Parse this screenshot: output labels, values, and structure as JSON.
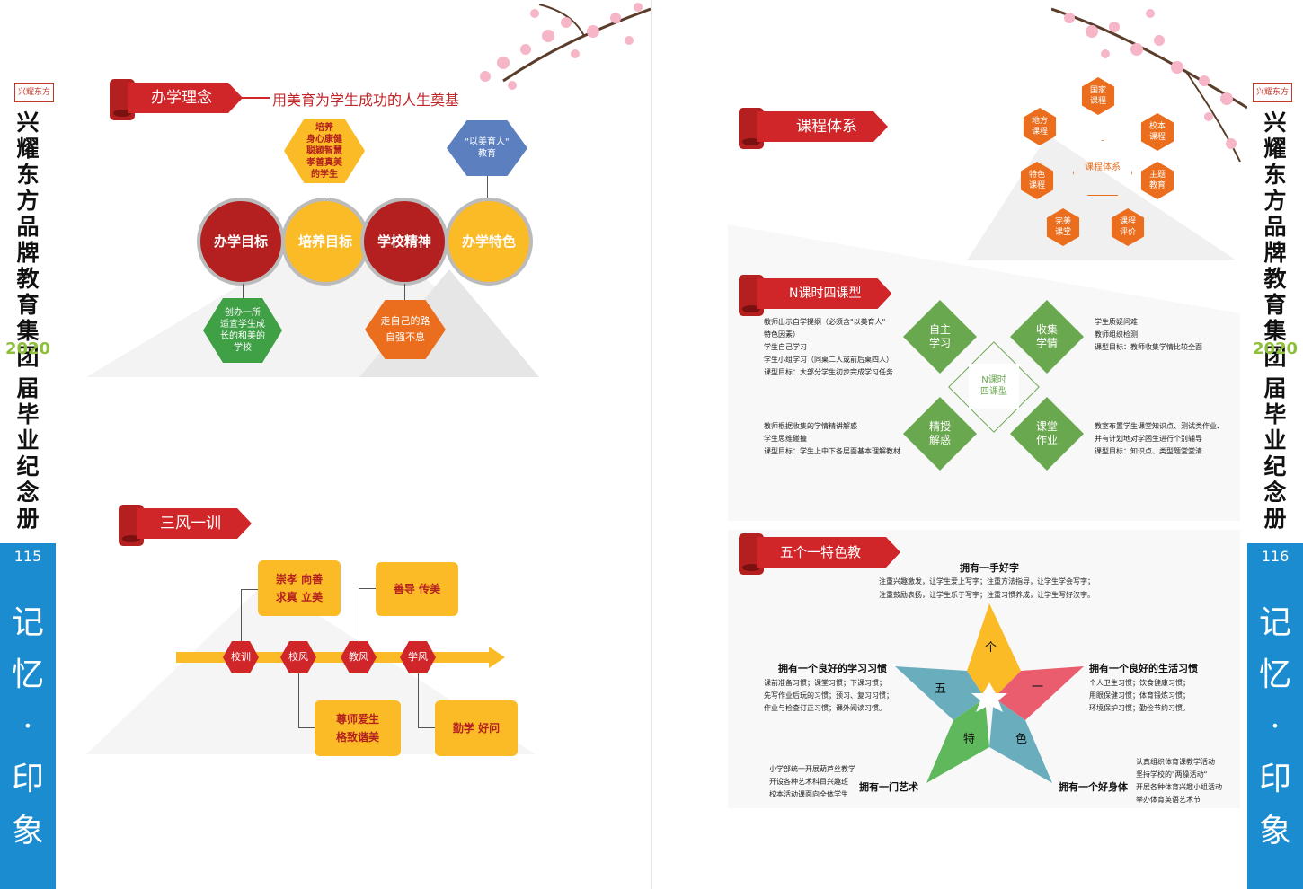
{
  "sidebar": {
    "logo": "兴耀东方",
    "title": "兴耀东方品牌教育集团",
    "year": "2020",
    "subtitle": "届毕业纪念册",
    "left_page": "115",
    "right_page": "116",
    "memo": "记忆·印象"
  },
  "left": {
    "philosophy": {
      "tag": "办学理念",
      "motto": "用美育为学生成功的人生奠基",
      "circles": [
        "办学目标",
        "培养目标",
        "学校精神",
        "办学特色"
      ],
      "top_hex": "培养\n身心康健\n聪颖智慧\n孝善真美\n的学生",
      "top_right": "\"以美育人\"\n教育",
      "bottom_left": "创办一所\n适宜学生成\n长的和美的\n学校",
      "bottom_mid": "走自己的路\n自强不息"
    },
    "three_winds": {
      "tag": "三风一训",
      "nodes": [
        "校训",
        "校风",
        "教风",
        "学风"
      ],
      "boxes": {
        "xiaoxun": "崇孝 向善\n求真 立美",
        "jiaofeng": "善导 传美",
        "xiaofeng": "尊师爱生\n格致谐美",
        "xuefeng": "勤学 好问"
      }
    }
  },
  "right": {
    "course": {
      "tag": "课程体系",
      "center": "课程体系",
      "items": [
        "国家\n课程",
        "校本\n课程",
        "主题\n教育",
        "课程\n评价",
        "完美\n课堂",
        "特色\n课程",
        "地方\n课程"
      ]
    },
    "n_lesson": {
      "tag": "N课时四课型",
      "center": "N课时\n四课型",
      "d1": "自主\n学习",
      "d2": "收集\n学情",
      "d3": "精授\n解惑",
      "d4": "课堂\n作业",
      "t1": "教师出示自学提纲（必须含\"以美育人\"\n特色因素）\n学生自己学习\n学生小组学习（同桌二人或前后桌四人）\n课型目标：大部分学生初步完成学习任务",
      "t2": "学生质疑问难\n教师组织检测\n课型目标：教师收集学情比较全面",
      "t3": "教师根据收集的学情精讲解惑\n学生思维碰撞\n课型目标：学生上中下各层面基本理解教材",
      "t4": "教室布置学生课堂知识点、测试类作业、\n并有计划地对学困生进行个别辅导\n课型目标：知识点、类型题堂堂清"
    },
    "five": {
      "tag": "五个一特色教育",
      "top_title": "拥有一手好字",
      "top_text": "注重兴趣激发，让学生爱上写字；注重方法指导，让学生学会写字；\n注重鼓励表扬，让学生乐于写字；注重习惯养成，让学生写好汉字。",
      "left_title": "拥有一个良好的学习习惯",
      "left_text": "课前准备习惯；课堂习惯；下课习惯；\n先写作业后玩的习惯；预习、复习习惯；\n作业与检查订正习惯；课外阅读习惯。",
      "right_title": "拥有一个良好的生活习惯",
      "right_text": "个人卫生习惯；饮食健康习惯；\n用眼保健习惯；体育锻炼习惯；\n环境保护习惯；勤俭节约习惯。",
      "bl_title": "拥有一门艺术",
      "bl_text": "小学部统一开展葫芦丝教学\n开设各种艺术科目兴趣班\n校本活动课面向全体学生",
      "br_title": "拥有一个好身体",
      "br_text": "认真组织体育课教学活动\n坚持学校的\"两操活动\"\n开展各种体育兴趣小组活动\n举办体育英语艺术节",
      "p_ge": "个",
      "p_yi": "一",
      "p_se": "色",
      "p_te": "特",
      "p_wu": "五"
    }
  }
}
